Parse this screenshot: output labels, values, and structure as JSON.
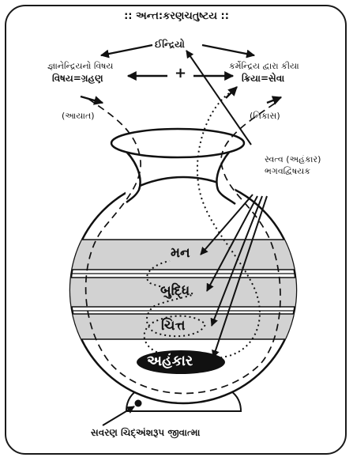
{
  "title": ":: અન્ત:કરણચતુષ્ટય ::",
  "indriyo": "ઈન્દ્રિયો",
  "jnanendriya": {
    "line1": "જ્ઞાનેન્દ્રિયનો વિષય",
    "line2": "વિષય=ગ્રહણ"
  },
  "karmendriya": {
    "line1": "કર્મેન્દ્રિય દ્વારા કીયા",
    "line2": "ક્રિયા=સેવા"
  },
  "plus": "+",
  "aayat": "(આયાત)",
  "nikas": "(નિકાસ)",
  "svatva": {
    "line1": "સ્વત્વ (અહંકાર)",
    "line2": "ભગવદ્વિષયક"
  },
  "bands": {
    "man": "મન",
    "buddhi": "બુદ્ધિ",
    "chitt": "ચિત્ત",
    "ahankar": "અહંકાર"
  },
  "caption": "સવરણ ચિદ્અંશરૂપ જીવાત્મા"
}
